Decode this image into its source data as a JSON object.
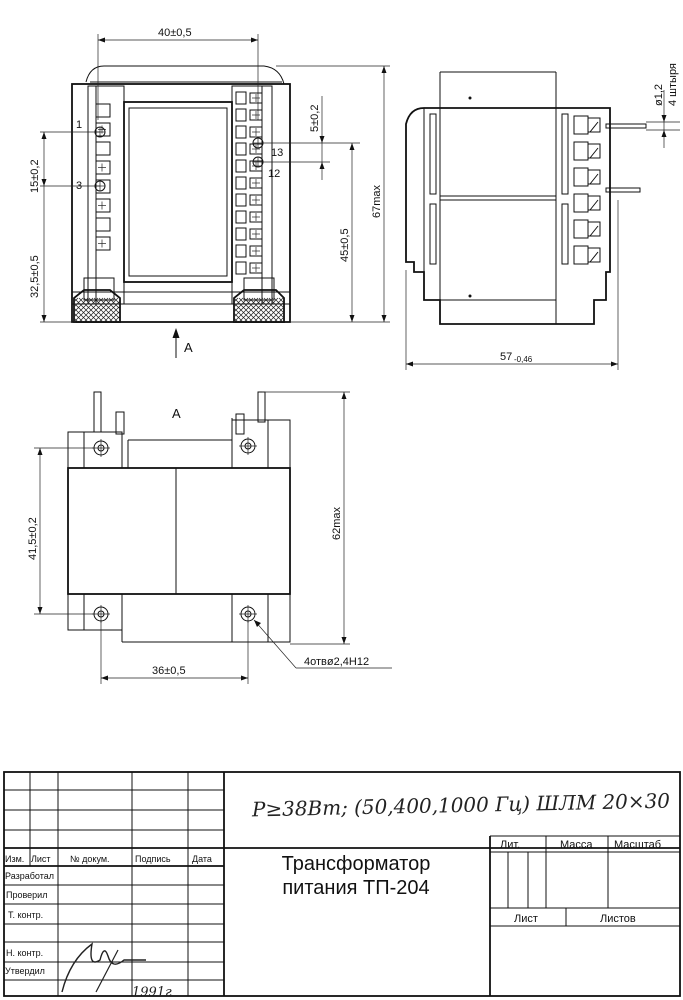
{
  "dimensions": {
    "top_width": "40±0,5",
    "pin_spacing_right": "5±0,2",
    "pin_spacing_left": "15±0,2",
    "left_height": "32,5±0,5",
    "right_height": "45±0,5",
    "max_height": "67max",
    "pin_diameter": "ø1,2",
    "pin_count": "4 штыря",
    "side_width": "57",
    "side_width_tol": "-0,46",
    "bottom_height": "41,5±0,2",
    "bottom_max": "62max",
    "bottom_width": "36±0,5",
    "holes": "4отвø2,4Н12"
  },
  "labels": {
    "view_arrow": "A",
    "view_title": "A",
    "pin_1": "1",
    "pin_3": "3",
    "pin_13": "13",
    "pin_12": "12"
  },
  "handwritten_note": "P≥38Вт; (50,400,1000 Гц) ШЛМ 20×30",
  "title_block": {
    "col_headers": [
      "Изм.",
      "Лист",
      "№ докум.",
      "Подпись",
      "Дата"
    ],
    "rows": [
      "Разработал",
      "Проверил",
      "Т. контр.",
      "Н. контр.",
      "Утвердил"
    ],
    "title_line1": "Трансформатор",
    "title_line2": "питания ТП-204",
    "lit": "Лит.",
    "mass": "Масса",
    "scale": "Масштаб",
    "sheet": "Лист",
    "sheets": "Листов",
    "signature_year": "1991г"
  }
}
